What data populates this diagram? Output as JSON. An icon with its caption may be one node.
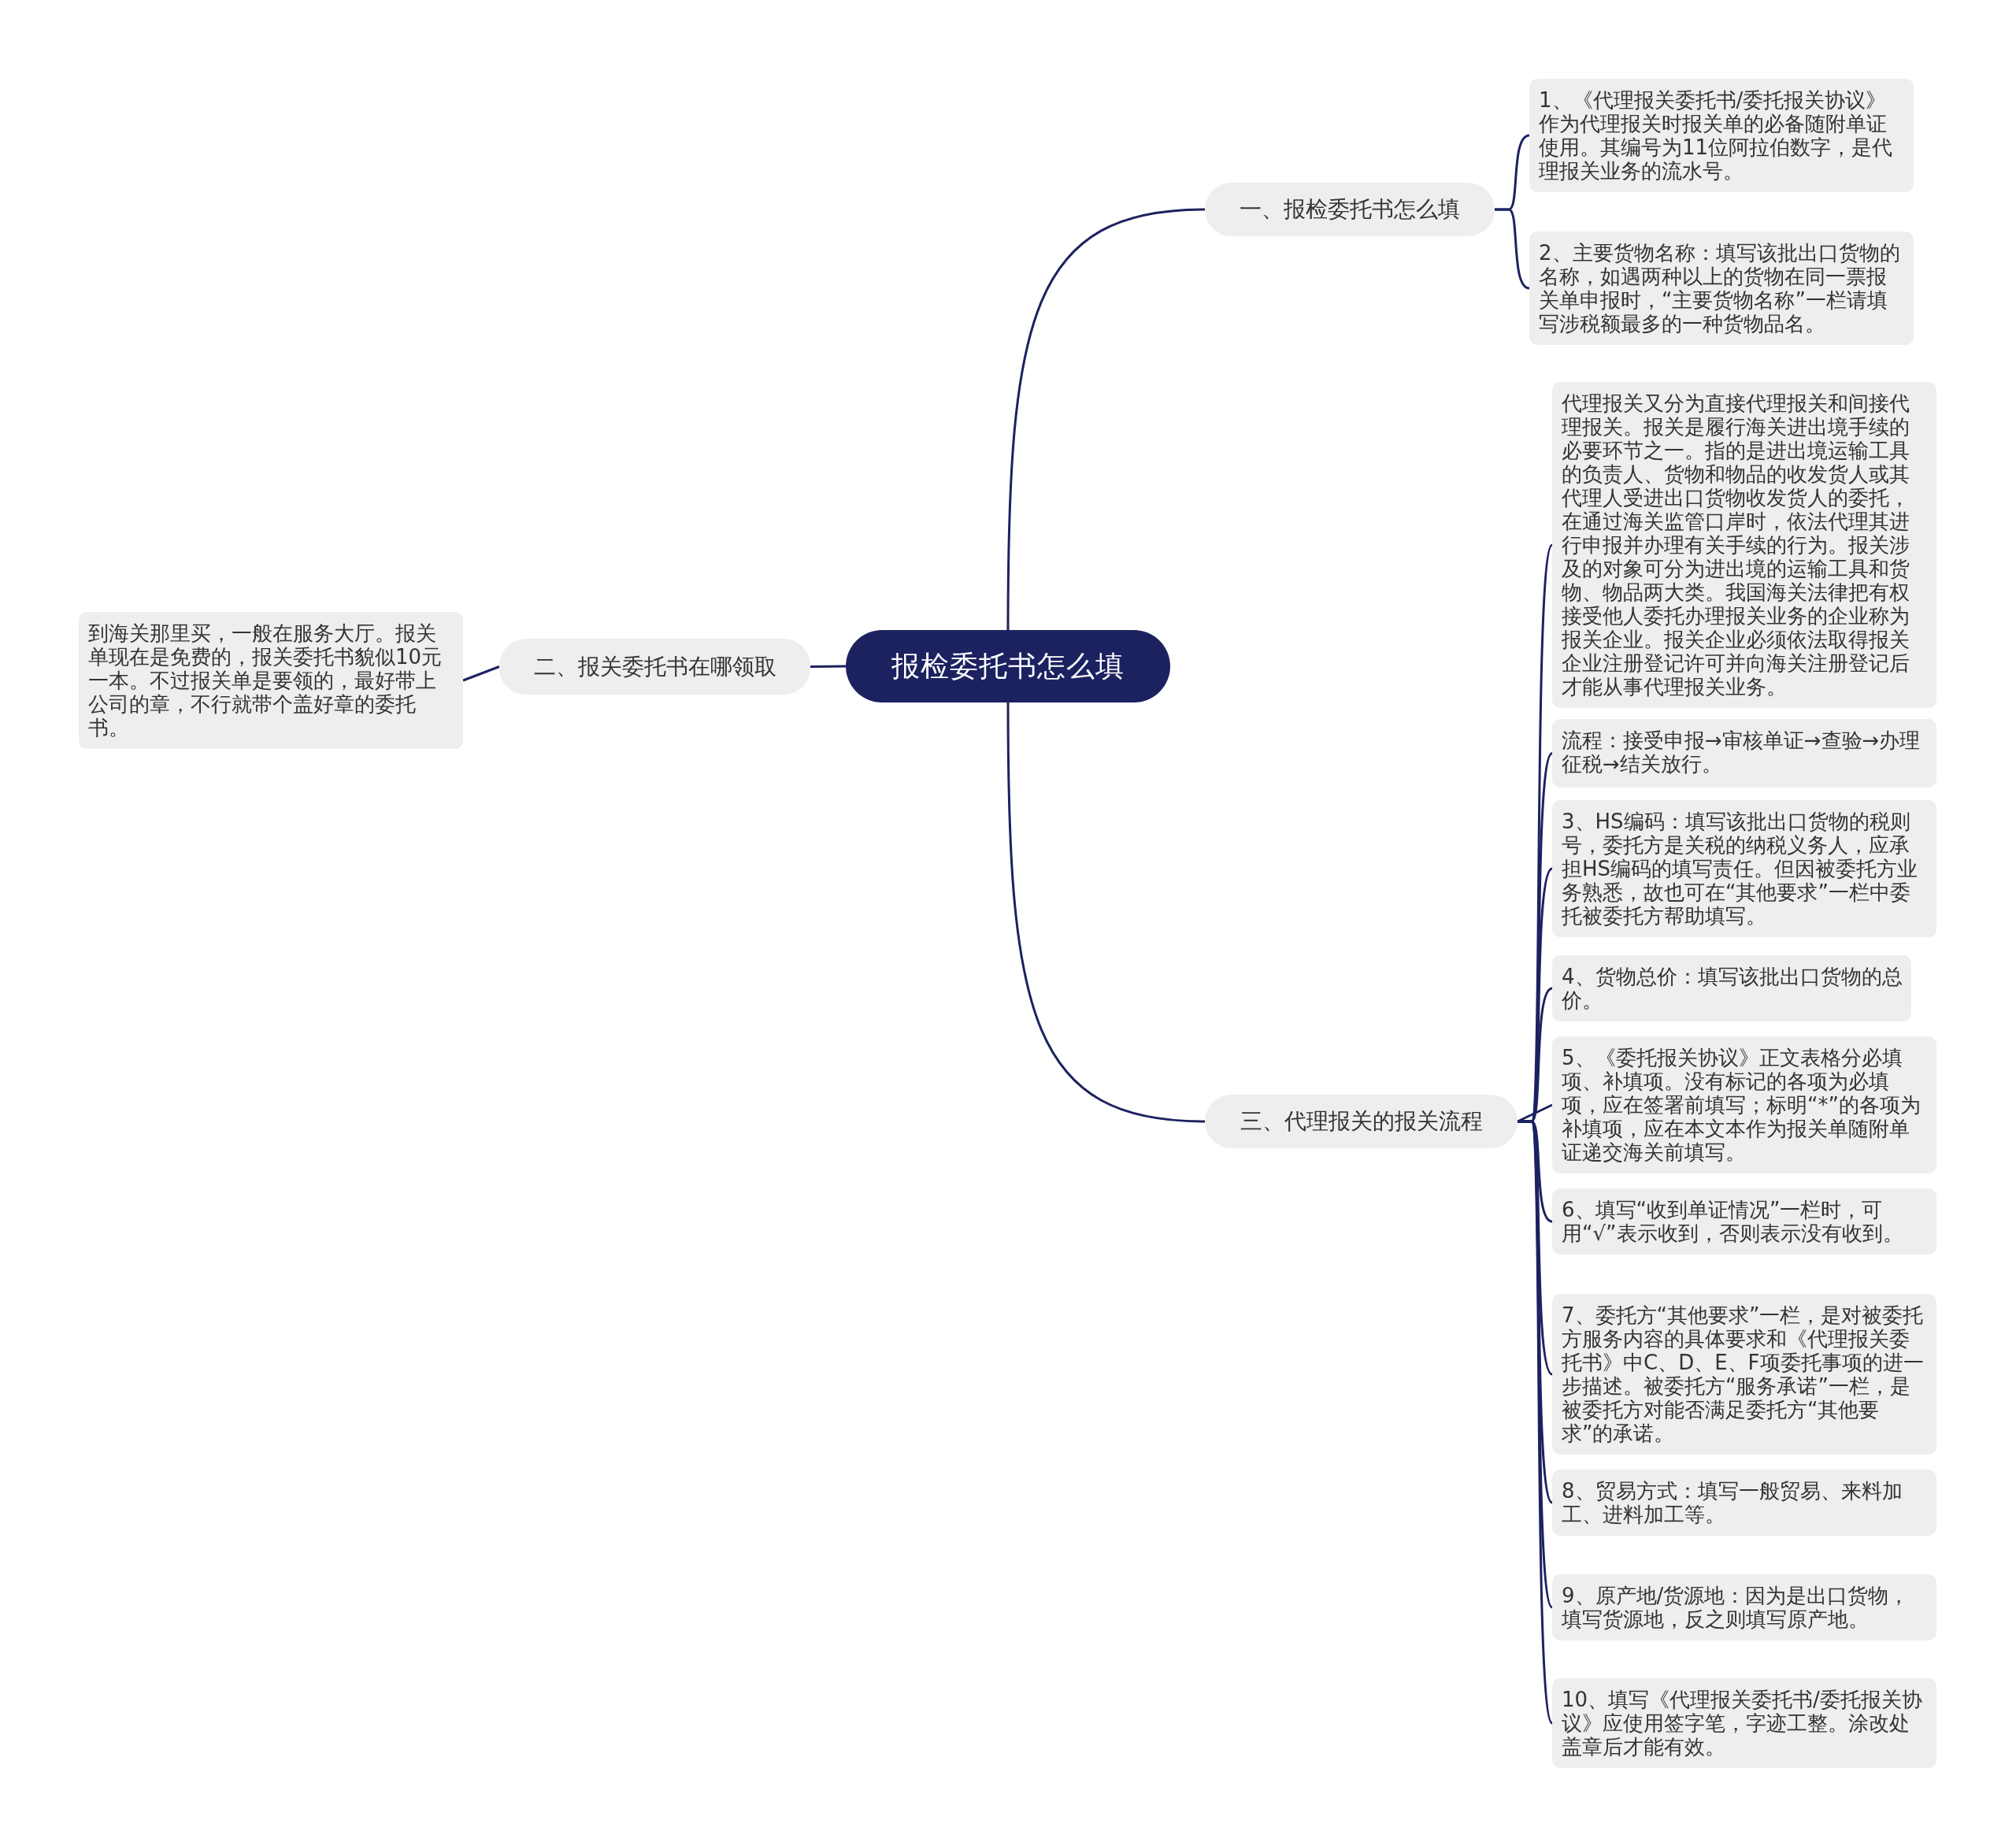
{
  "diagram": {
    "nodes": [
      {
        "text": [
          "报检委托书怎么填"
        ]
      },
      {
        "text": [
          "一、报检委托书怎么填"
        ]
      },
      {
        "text": [
          "二、报关委托书在哪领取"
        ]
      },
      {
        "text": [
          "三、代理报关的报关流程"
        ]
      },
      {
        "text": [
          "1、《代理报关委托书/委托报关协议》作为代理报关时报关单的必备随附单证使用。其编号为11位阿拉伯数字，是代理报关业务的流水号。"
        ]
      },
      {
        "text": [
          "2、主要货物名称：填写该批出口货物的名称，如遇两种以上的货物在同一票报关单申报时，“主要货物名称”一栏请填写涉税额最多的一种货物品名。"
        ]
      },
      {
        "text": [
          "到海关那里买，一般在服务大厅。报关单现在是免费的，报关委托书貌似10元一本。不过报关单是要领的，最好带上公司的章，不行就带个盖好章的委托书。"
        ]
      },
      {
        "text": [
          "代理报关又分为直接代理报关和间接代理报关。报关是履行海关进出境手续的必要环节之一。指的是进出境运输工具的负责人、货物和物品的收发货人或其代理人受进出口货物收发货人的委托，在通过海关监管口岸时，依法代理其进行申报并办理有关手续的行为。报关涉及的对象可分为进出境的运输工具和货物、物品两大类。我国海关法律把有权接受他人委托办理报关业务的企业称为报关企业。报关企业必须依法取得报关企业注册登记许可并向海关注册登记后才能从事代理报关业务。"
        ]
      },
      {
        "text": [
          "流程：接受申报→审核单证→查验→办理征税→结关放行。"
        ]
      },
      {
        "text": [
          "3、HS编码：填写该批出口货物的税则号，委托方是关税的纳税义务人，应承担HS编码的填写责任。但因被委托方业务熟悉，故也可在“其他要求”一栏中委托被委托方帮助填写。"
        ]
      },
      {
        "text": [
          "4、货物总价：填写该批出口货物的总价。"
        ]
      },
      {
        "text": [
          "5、《委托报关协议》正文表格分必填项、补填项。没有标记的各项为必填项，应在签署前填写；标明“*”的各项为补填项，应在本文本作为报关单随附单证递交海关前填写。"
        ]
      },
      {
        "text": [
          "6、填写“收到单证情况”一栏时，可用“√”表示收到，否则表示没有收到。"
        ]
      },
      {
        "text": [
          "7、委托方“其他要求”一栏，是对被委托方服务内容的具体要求和《代理报关委托书》中C、D、E、F项委托事项的进一步描述。被委托方“服务承诺”一栏，是被委托方对能否满足委托方“其他要求”的承诺。"
        ]
      },
      {
        "text": [
          "8、贸易方式：填写一般贸易、来料加工、进料加工等。"
        ]
      },
      {
        "text": [
          "9、原产地/货源地：因为是出口货物，填写货源地，反之则填写原产地。"
        ]
      },
      {
        "text": [
          "10、填写《代理报关委托书/委托报关协议》应使用签字笔，字迹工整。涂改处盖章后才能有效。"
        ]
      }
    ],
    "edges": [
      {
        "from": 0,
        "to": 1,
        "arrow": "none"
      },
      {
        "from": 0,
        "to": 2,
        "arrow": "none"
      },
      {
        "from": 0,
        "to": 3,
        "arrow": "none"
      },
      {
        "from": 1,
        "to": 4,
        "arrow": "none"
      },
      {
        "from": 1,
        "to": 5,
        "arrow": "none"
      },
      {
        "from": 2,
        "to": 6,
        "arrow": "none"
      },
      {
        "from": 3,
        "to": 7,
        "arrow": "none"
      },
      {
        "from": 3,
        "to": 8,
        "arrow": "none"
      },
      {
        "from": 3,
        "to": 9,
        "arrow": "none"
      },
      {
        "from": 3,
        "to": 10,
        "arrow": "none"
      },
      {
        "from": 3,
        "to": 11,
        "arrow": "none"
      },
      {
        "from": 3,
        "to": 12,
        "arrow": "none"
      },
      {
        "from": 3,
        "to": 13,
        "arrow": "none"
      },
      {
        "from": 3,
        "to": 14,
        "arrow": "none"
      },
      {
        "from": 3,
        "to": 15,
        "arrow": "none"
      },
      {
        "from": 3,
        "to": 16,
        "arrow": "none"
      }
    ]
  }
}
